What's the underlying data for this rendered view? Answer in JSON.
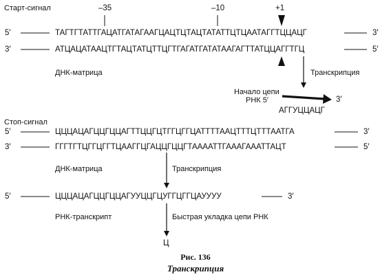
{
  "start": {
    "title": "Старт-сигнал",
    "pos_minus35": "–35",
    "pos_minus10": "–10",
    "pos_plus1": "+1",
    "row1_left": "5′",
    "row1_seq": "ТАГТГТАТТГАЦАТГАТАГААГЦАЦТЦТАЦТАТАТТЦТЦААТАГГТЦЦАЦГ",
    "row1_right": "3′",
    "row2_left": "3′",
    "row2_seq": "АТЦАЦАТААЦТГТАЦТАТЦТТЦГТГАГАТГАТАТААГАГТТАТЦЦАГГТГЦ",
    "row2_right": "5′",
    "template_label": "ДНК-матрица",
    "transcription_label": "Транскрипция",
    "rna_start_label_1": "Начало цепи",
    "rna_start_label_2": "РНК 5′",
    "rna_end": "3′",
    "rna_seq": "АГГУЦЦАЦГ"
  },
  "stop": {
    "title": "Стоп-сигнал",
    "row1_left": "5′",
    "row1_seq": "ЦЦЦАЦАГЦЦГЦЦАГТТЦЦГЦТГГЦГГЦАТТТТААЦТТТЦТТТААТГА",
    "row1_right": "3′",
    "row2_left": "3′",
    "row2_seq": "ГГГТГТЦГГЦГГТЦААГГЦГАЦЦГЦЦГТААААТТГАААГАААТТАЦТ",
    "row2_right": "5′",
    "template_label": "ДНК-матрица",
    "transcription_label": "Транскрипция",
    "rna_left": "5′",
    "rna_seq": "ЦЦЦАЦАГЦЦГЦЦАГУУЦЦГЦУГГЦГГЦАУУУУ",
    "rna_right": "3′",
    "rna_label": "РНК-транскрипт",
    "folding_label": "Быстрая укладка цепи РНК",
    "folded_end": "Ц"
  },
  "caption": {
    "fig": "Рис. 136",
    "title": "Транскрипция"
  }
}
